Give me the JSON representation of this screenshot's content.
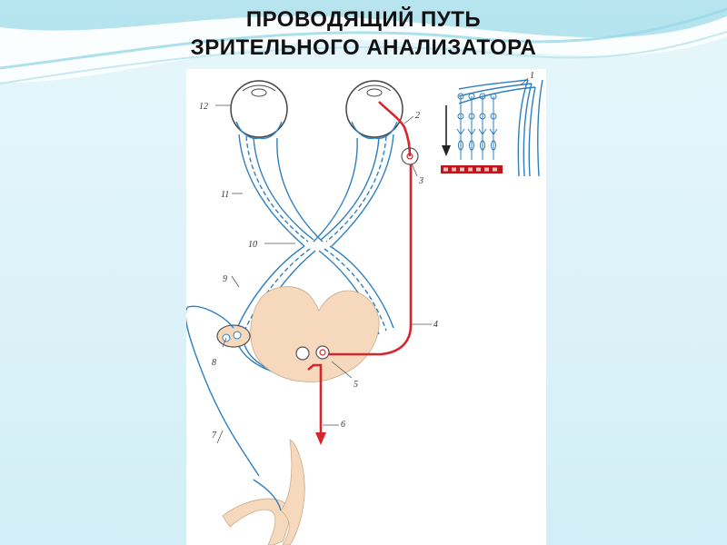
{
  "title": {
    "line1": "ПРОВОДЯЩИЙ ПУТЬ",
    "line2": "ЗРИТЕЛЬНОГО АНАЛИЗАТОРА"
  },
  "diagram": {
    "labels": [
      "1",
      "2",
      "3",
      "4",
      "5",
      "6",
      "7",
      "8",
      "9",
      "10",
      "11",
      "12"
    ]
  },
  "colors": {
    "nerve": "#2f7fbf",
    "pathway": "#d6252b",
    "brain": "#f6d9bc",
    "slide_background": "#d9f1f7",
    "panel": "#ffffff"
  }
}
